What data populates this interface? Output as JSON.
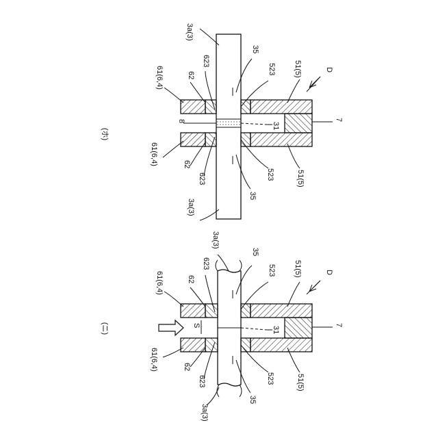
{
  "panels": [
    {
      "label": "(ホ)",
      "parts": {
        "rod_top": "3a(3)",
        "rod_bottom": "3a(3)",
        "hole_top": "35",
        "hole_bottom": "35",
        "seal_top": "623",
        "seal_bottom": "623",
        "ring_top": "62",
        "ring_bottom": "62",
        "flange_top": "61(6,4)",
        "flange_bottom": "61(6,4)",
        "body_top": "523",
        "body_bottom": "523",
        "block_top": "51(5)",
        "block_bottom": "51(5)",
        "plug": "7",
        "gap": "31",
        "filler": "8",
        "direction": "D"
      }
    },
    {
      "label": "(ニ)",
      "parts": {
        "rod_top": "3a(3)",
        "rod_bottom": "3a(3)",
        "hole_top": "35",
        "hole_bottom": "35",
        "seal_top": "623",
        "seal_bottom": "623",
        "ring_top": "62",
        "ring_bottom": "62",
        "flange_top": "61(6,4)",
        "flange_bottom": "61(6,4)",
        "body_top": "523",
        "body_bottom": "523",
        "block_top": "51(5)",
        "block_bottom": "51(5)",
        "plug": "7",
        "gap": "31",
        "inlet": "S",
        "direction": "D"
      }
    }
  ]
}
